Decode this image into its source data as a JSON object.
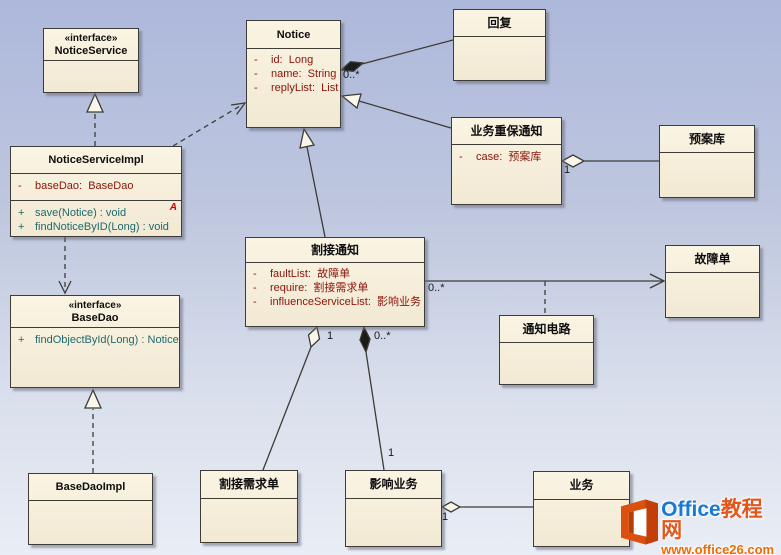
{
  "classes": {
    "noticeService": {
      "stereotype": "«interface»",
      "name": "NoticeService"
    },
    "noticeServiceImpl": {
      "name": "NoticeServiceImpl",
      "attributes": [
        {
          "vis": "-",
          "text": "baseDao:  BaseDao"
        }
      ],
      "operations": [
        {
          "vis": "+",
          "text": "save(Notice) : void"
        },
        {
          "vis": "+",
          "text": "findNoticeByID(Long) : void"
        }
      ],
      "abstract_marker": "A"
    },
    "baseDao": {
      "stereotype": "«interface»",
      "name": "BaseDao",
      "operations": [
        {
          "vis": "+",
          "text": "findObjectById(Long) : Notice"
        }
      ]
    },
    "baseDaoImpl": {
      "name": "BaseDaoImpl"
    },
    "notice": {
      "name": "Notice",
      "attributes": [
        {
          "vis": "-",
          "text": "id:  Long"
        },
        {
          "vis": "-",
          "text": "name:  String"
        },
        {
          "vis": "-",
          "text": "replyList:  List"
        }
      ]
    },
    "reply": {
      "name": "回复"
    },
    "bizNotice": {
      "name": "业务重保通知",
      "attributes": [
        {
          "vis": "-",
          "text": "case:  预案库"
        }
      ]
    },
    "planLib": {
      "name": "预案库"
    },
    "cutNotice": {
      "name": "割接通知",
      "attributes": [
        {
          "vis": "-",
          "text": "faultList:  故障单"
        },
        {
          "vis": "-",
          "text": "require:  割接需求单"
        },
        {
          "vis": "-",
          "text": "influenceServiceList:  影响业务"
        }
      ]
    },
    "faultTicket": {
      "name": "故障单"
    },
    "notifyCircuit": {
      "name": "通知电路"
    },
    "cutReq": {
      "name": "割接需求单"
    },
    "affectedBiz": {
      "name": "影响业务"
    },
    "biz": {
      "name": "业务"
    }
  },
  "multiplicities": {
    "noticeReply": "0..*",
    "bizPlan": "1",
    "cutFault": "0..*",
    "cutReqOne": "1",
    "cutAffected": "0..*",
    "affectedOne": "1",
    "affectedBizOne": "1"
  },
  "colors": {
    "attribute_text": "#8b1309",
    "operation_text": "#1d6a6d",
    "abstract_marker": "#c40404",
    "box_fill": "#f7f0dd",
    "box_border": "#3d3c36",
    "watermark_blue": "#1779d6",
    "watermark_orange": "#e4571c"
  },
  "watermark": {
    "brand_blue": "Office",
    "brand_orange": "教程网",
    "url": "www.office26.com"
  }
}
